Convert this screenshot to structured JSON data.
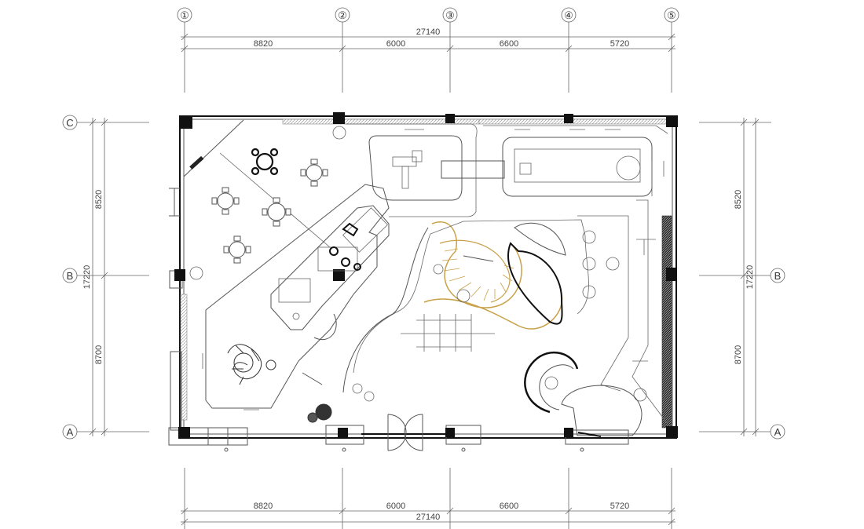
{
  "drawing": {
    "top_axes": [
      "①",
      "②",
      "③",
      "④",
      "⑤"
    ],
    "top_total": "27140",
    "top_segments": [
      "8820",
      "6000",
      "6600",
      "5720"
    ],
    "bottom_total": "27140",
    "bottom_segments": [
      "8820",
      "6000",
      "6600",
      "5720"
    ],
    "left_axes": [
      "C",
      "B",
      "A"
    ],
    "right_axes": [
      "B",
      "A"
    ],
    "left_total": "17220",
    "left_segments": [
      "8520",
      "8700"
    ],
    "right_total": "17220",
    "right_segments": [
      "8520",
      "8700"
    ]
  },
  "colors": {
    "stair_accent": "#c9a14a",
    "wall": "#111111",
    "line": "#666666"
  }
}
